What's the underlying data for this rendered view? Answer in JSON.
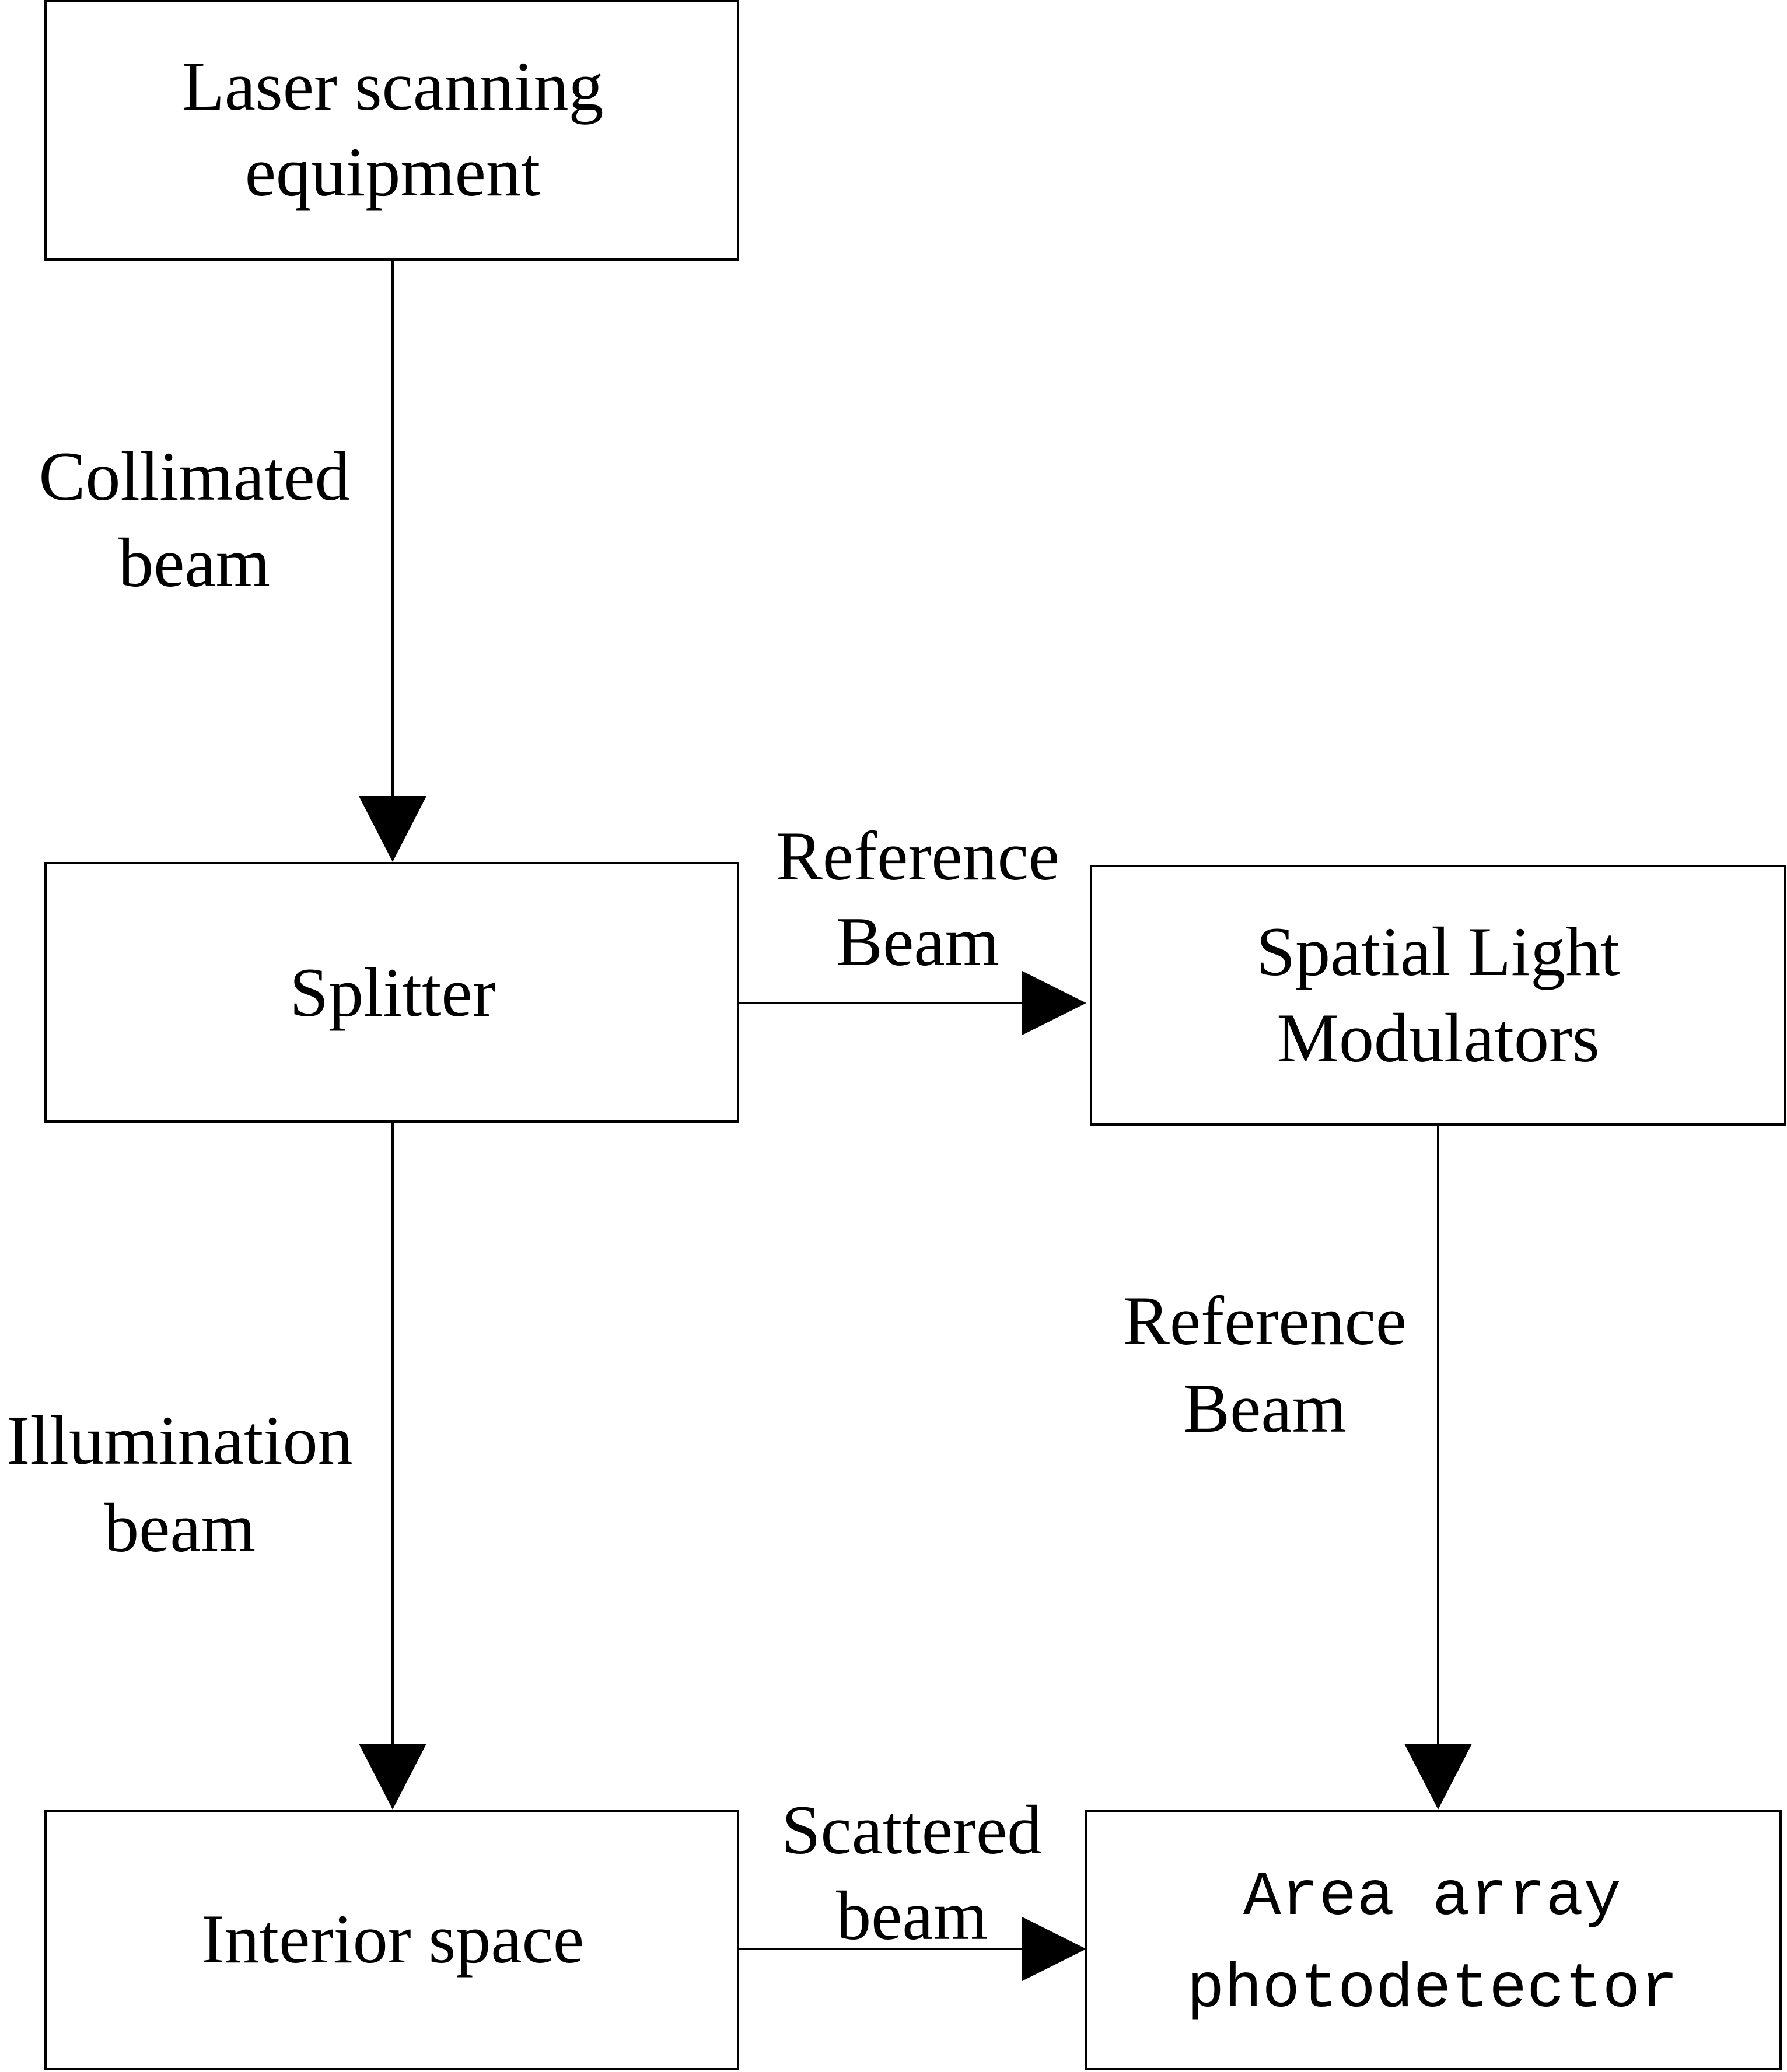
{
  "nodes": {
    "laser": {
      "line1": "Laser scanning",
      "line2": "equipment"
    },
    "splitter": {
      "line1": "Splitter"
    },
    "slm": {
      "line1": "Spatial Light",
      "line2": "Modulators"
    },
    "interior": {
      "line1": "Interior space"
    },
    "detector": {
      "line1": "Area array",
      "line2": "photodetector"
    }
  },
  "edges": {
    "laser_to_splitter": {
      "line1": "Collimated",
      "line2": "beam"
    },
    "splitter_to_slm": {
      "line1": "Reference",
      "line2": "Beam"
    },
    "slm_to_detector": {
      "line1": "Reference",
      "line2": "Beam"
    },
    "splitter_to_interior": {
      "line1": "Illumination",
      "line2": "beam"
    },
    "interior_to_detector": {
      "line1": "Scattered",
      "line2": "beam"
    }
  }
}
